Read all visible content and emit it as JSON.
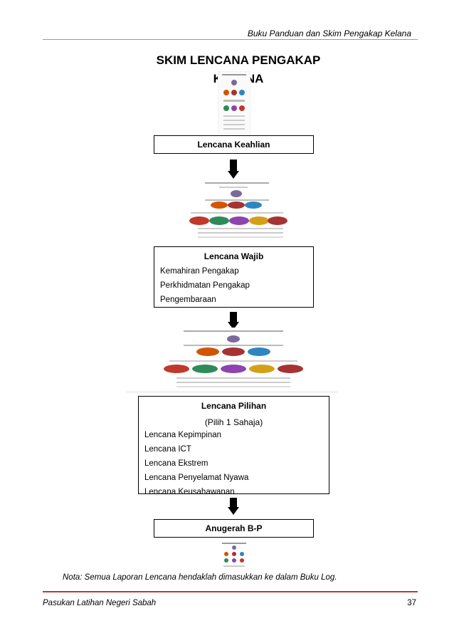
{
  "header": {
    "text": "Buku Panduan dan Skim Pengakap Kelana"
  },
  "title": {
    "line1": "SKIM LENCANA PENGAKAP",
    "line2": "KELANA"
  },
  "box1": {
    "title": "Lencana Keahlian"
  },
  "box2": {
    "title": "Lencana Wajib",
    "items": [
      "Kemahiran Pengakap",
      "Perkhidmatan Pengakap",
      "Pengembaraan"
    ]
  },
  "box3": {
    "title": "Lencana Pilihan",
    "subtitle": "(Pilih 1 Sahaja)",
    "items": [
      "Lencana Kepimpinan",
      "Lencana ICT",
      "Lencana Ekstrem",
      "Lencana Penyelamat Nyawa",
      "Lencana Keusahawanan"
    ]
  },
  "box4": {
    "title": "Anugerah B-P"
  },
  "note": "Nota: Semua Laporan Lencana hendaklah dimasukkan ke dalam Buku Log.",
  "footer": {
    "left": "Pasukan Latihan Negeri Sabah",
    "page": "37"
  },
  "colors": {
    "footer_rule": "#c0392b"
  }
}
